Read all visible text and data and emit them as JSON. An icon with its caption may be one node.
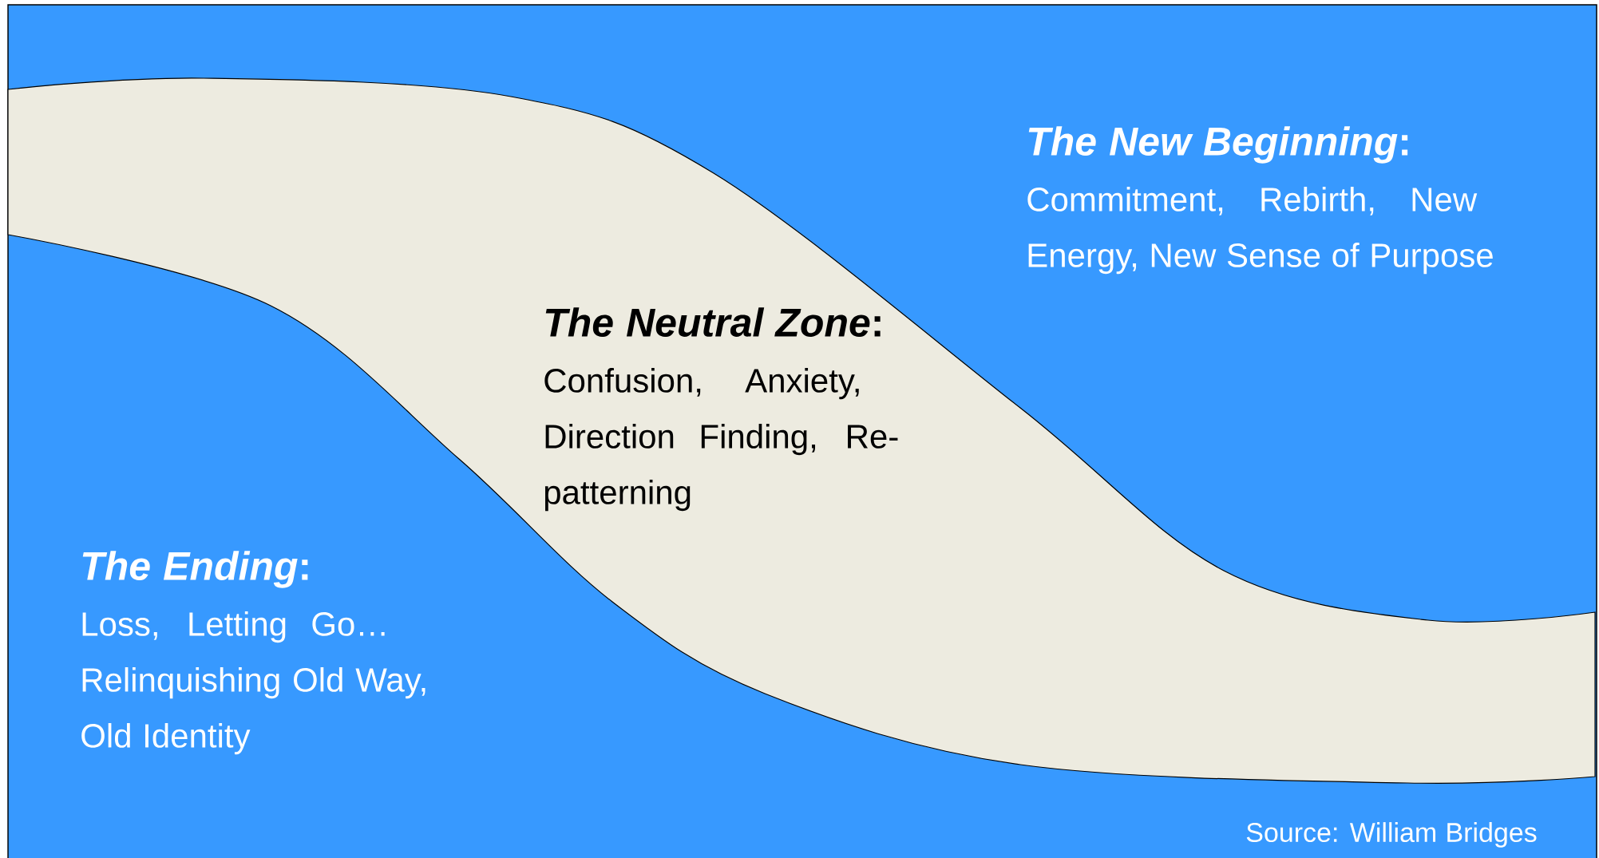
{
  "diagram": {
    "nodes": [
      {
        "text": [
          "*The Ending*:",
          "Loss, Letting Go… Relinquishing Old Way, Old Identity"
        ]
      },
      {
        "text": [
          "*The Neutral Zone*:",
          "Confusion, Anxiety, Direction Finding, Re-patterning"
        ]
      },
      {
        "text": [
          "*The New Beginning*:",
          "Commitment, Rebirth, New Energy, New Sense of Purpose"
        ]
      }
    ],
    "labels": [
      "Source: William Bridges"
    ]
  }
}
